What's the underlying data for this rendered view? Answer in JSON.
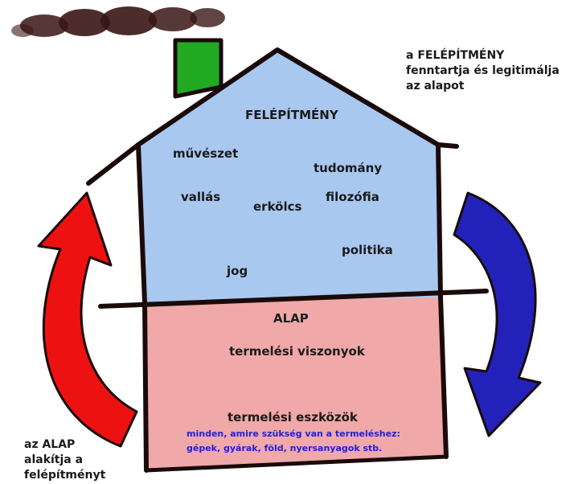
{
  "superstructure": {
    "title": "FELÉPÍTMÉNY",
    "items": [
      "művészet",
      "tudomány",
      "vallás",
      "erkölcs",
      "filozófia",
      "politika",
      "jog"
    ]
  },
  "base": {
    "title": "ALAP",
    "relations": "termelési viszonyok",
    "means": "termelési eszközök",
    "means_note_line1": "minden, amire szükség van a termeléshez:",
    "means_note_line2": "gépek, gyárak, föld, nyersanyagok stb."
  },
  "notes": {
    "top_right_line1": "a FELÉPÍTMÉNY",
    "top_right_line2": "fenntartja és legitimálja",
    "top_right_line3": "az alapot",
    "bottom_left_line1": "az ALAP",
    "bottom_left_line2": "alakítja a",
    "bottom_left_line3": "felépítményt"
  },
  "colors": {
    "superstructure_fill": "#a8c8f0",
    "base_fill": "#f0a8a8",
    "chimney": "#22aa22",
    "smoke": "#3a1515",
    "left_arrow": "#ee1111",
    "right_arrow": "#2222bb",
    "outline": "#1a0a0a"
  }
}
